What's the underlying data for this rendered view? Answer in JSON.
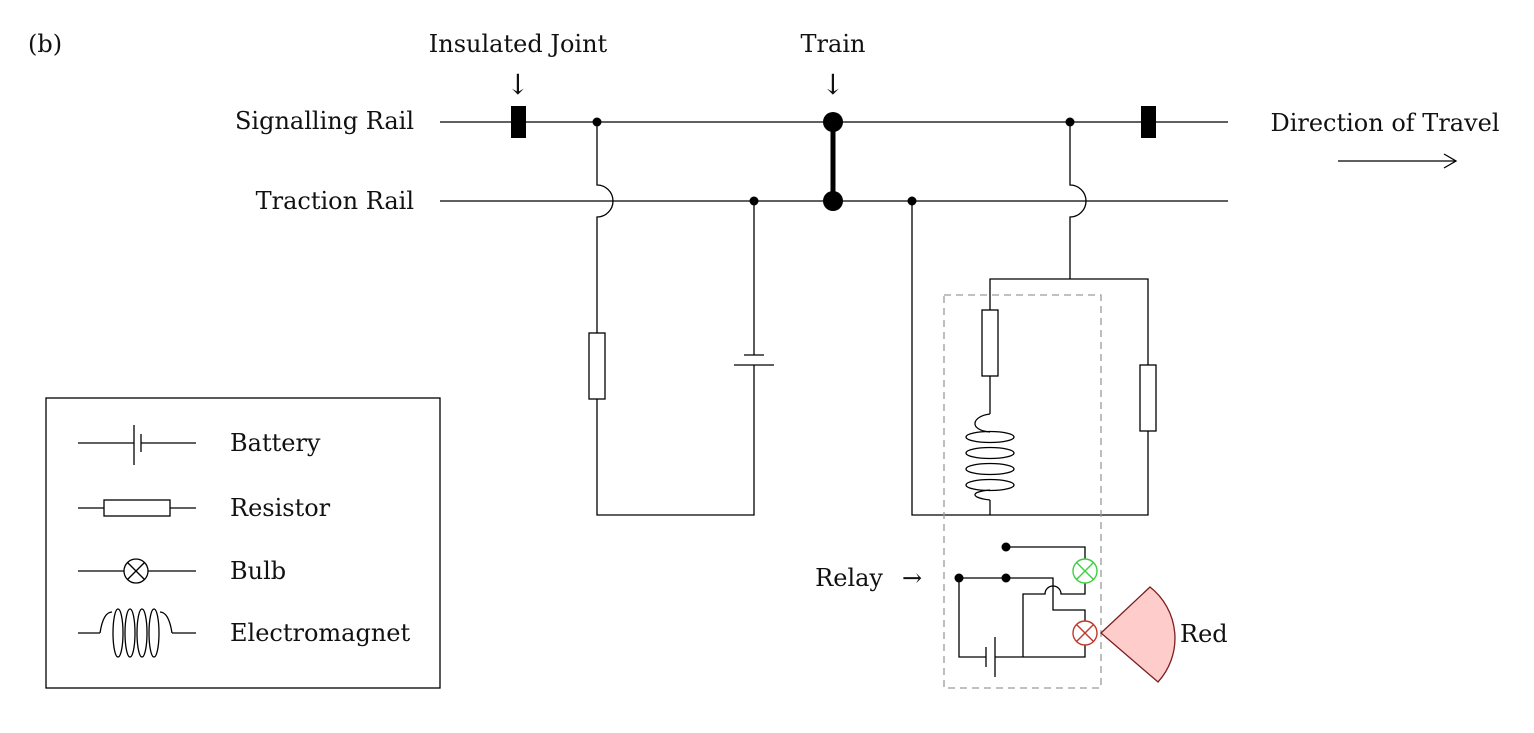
{
  "figure": {
    "panel_label": "(b)"
  },
  "labels": {
    "insulated_joint": "Insulated Joint",
    "insulated_joint_arrow": "↓",
    "train": "Train",
    "train_arrow": "↓",
    "signalling_rail": "Signalling Rail",
    "traction_rail": "Traction Rail",
    "direction_of_travel": "Direction of Travel",
    "direction_arrow": "⟶",
    "relay": "Relay",
    "relay_arrow": "→",
    "red": "Red"
  },
  "legend": {
    "items": [
      {
        "symbol": "battery",
        "label": "Battery"
      },
      {
        "symbol": "resistor",
        "label": "Resistor"
      },
      {
        "symbol": "bulb",
        "label": "Bulb"
      },
      {
        "symbol": "electromagnet",
        "label": "Electromagnet"
      }
    ]
  },
  "colors": {
    "wire": "#000000",
    "green_bulb": "#3ecf3e",
    "red_bulb": "#c0392b",
    "red_light_fill": "#ffcccc",
    "red_light_stroke": "#7a1f1f",
    "relay_box": "#9a9a9a"
  }
}
